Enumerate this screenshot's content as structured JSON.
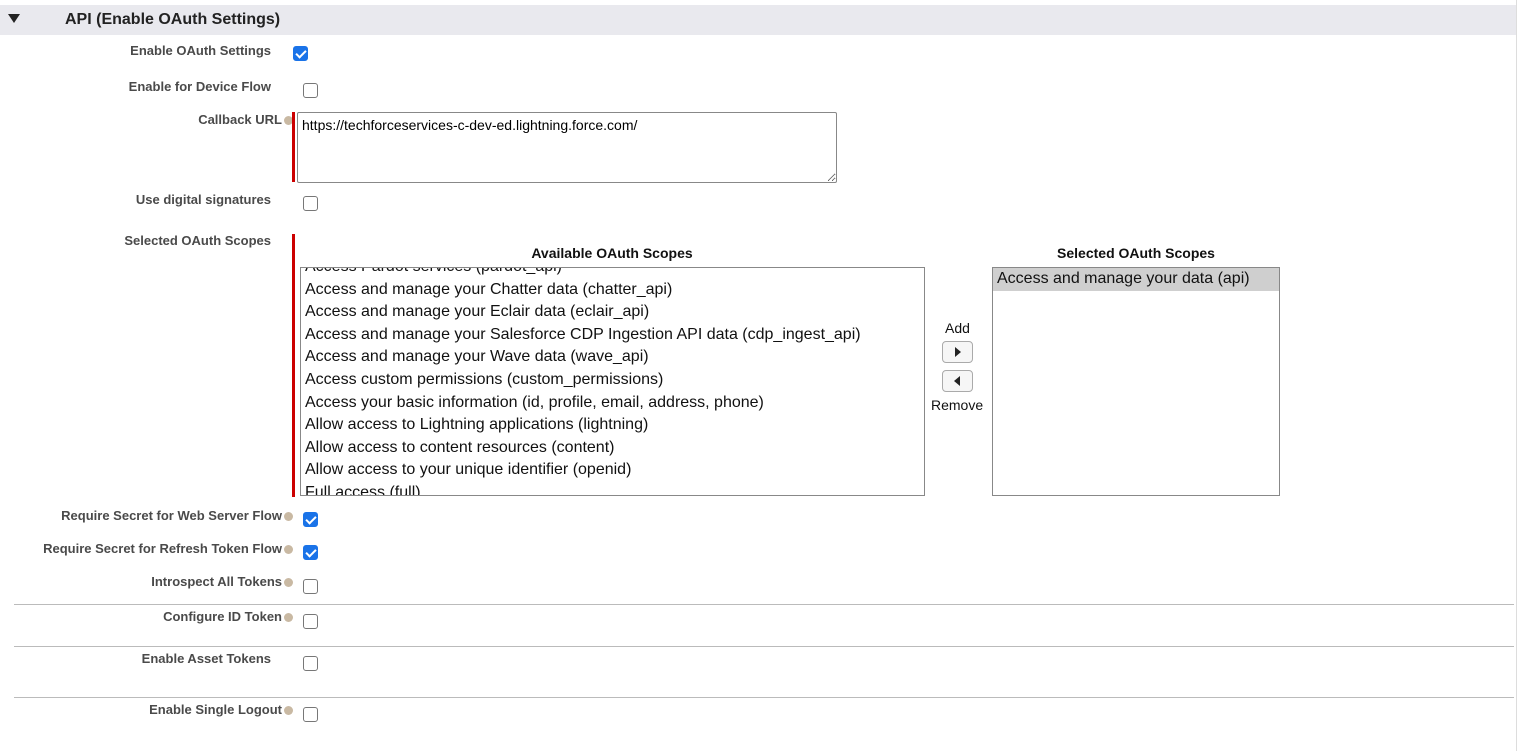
{
  "section": {
    "title": "API (Enable OAuth Settings)"
  },
  "fields": {
    "enable_oauth": {
      "label": "Enable OAuth Settings",
      "checked": true
    },
    "device_flow": {
      "label": "Enable for Device Flow",
      "checked": false
    },
    "callback_url": {
      "label": "Callback URL",
      "value": "https://techforceservices-c-dev-ed.lightning.force.com/"
    },
    "digital_signatures": {
      "label": "Use digital signatures",
      "checked": false
    },
    "scopes": {
      "label": "Selected OAuth Scopes"
    },
    "secret_web": {
      "label": "Require Secret for Web Server Flow",
      "checked": true
    },
    "secret_refresh": {
      "label": "Require Secret for Refresh Token Flow",
      "checked": true
    },
    "introspect": {
      "label": "Introspect All Tokens",
      "checked": false
    },
    "id_token": {
      "label": "Configure ID Token",
      "checked": false
    },
    "asset_tokens": {
      "label": "Enable Asset Tokens",
      "checked": false
    },
    "single_logout": {
      "label": "Enable Single Logout",
      "checked": false
    }
  },
  "available": {
    "header": "Available OAuth Scopes",
    "items": [
      "Access Pardot services (pardot_api)",
      "Access and manage your Chatter data (chatter_api)",
      "Access and manage your Eclair data (eclair_api)",
      "Access and manage your Salesforce CDP Ingestion API data (cdp_ingest_api)",
      "Access and manage your Wave data (wave_api)",
      "Access custom permissions (custom_permissions)",
      "Access your basic information (id, profile, email, address, phone)",
      "Allow access to Lightning applications (lightning)",
      "Allow access to content resources (content)",
      "Allow access to your unique identifier (openid)",
      "Full access (full)"
    ]
  },
  "selected": {
    "header": "Selected OAuth Scopes",
    "items": [
      "Access and manage your data (api)"
    ]
  },
  "buttons": {
    "add": "Add",
    "remove": "Remove"
  }
}
